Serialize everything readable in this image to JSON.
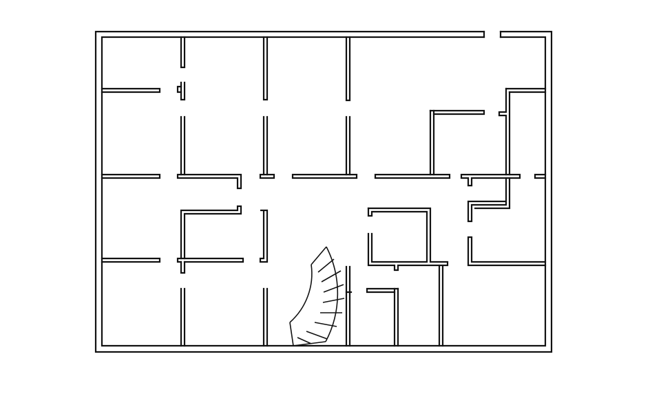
{
  "diagram": {
    "type": "floor-plan",
    "line_color": "#111111",
    "background": "#ffffff",
    "rooms_count": 16,
    "features": [
      "outer-walls",
      "interior-walls",
      "door-openings",
      "curved-staircase"
    ],
    "staircase": {
      "shape": "curved",
      "steps": 8
    }
  }
}
